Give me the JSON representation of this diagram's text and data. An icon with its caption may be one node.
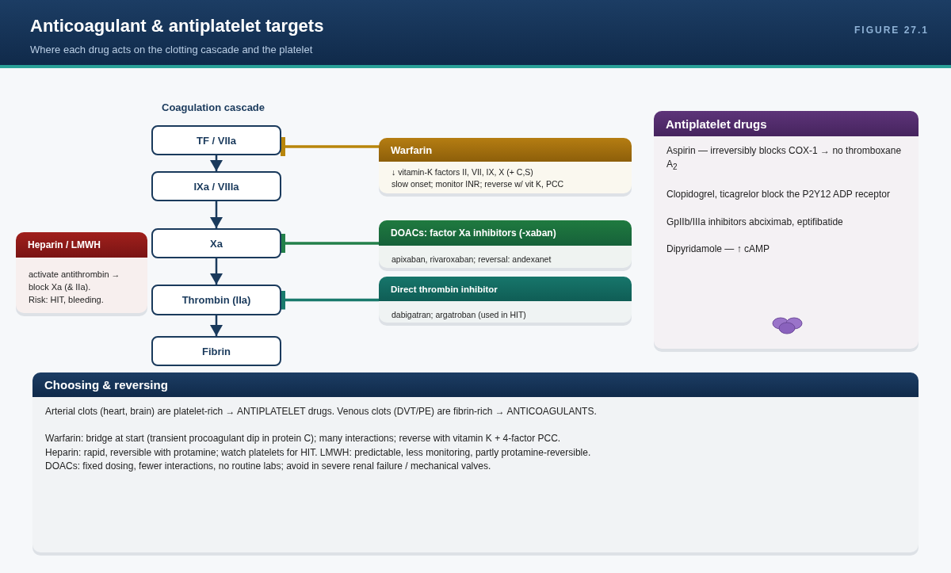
{
  "diagram": {
    "title": "Anticoagulant & antiplatelet targets",
    "caption": "Where each drug acts on the clotting cascade and the platelet",
    "nodes": [
      {
        "text": [
          "TF / VIIa"
        ]
      },
      {
        "text": [
          "IXa / VIIIa"
        ]
      },
      {
        "text": [
          "Xa"
        ]
      },
      {
        "text": [
          "Thrombin (IIa)"
        ]
      },
      {
        "text": [
          "Fibrin"
        ]
      },
      {
        "text": [
          "Heparin / LMWH",
          "activate antithrombin → block Xa (& IIa).",
          "Risk: HIT, bleeding."
        ]
      },
      {
        "text": [
          "Warfarin",
          "↓ vitamin-K factors II, VII, IX, X (+ C,S)",
          "slow onset; monitor INR; reverse w/ vit K, PCC"
        ]
      },
      {
        "text": [
          "DOACs: factor Xa inhibitors (-xaban)",
          "apixaban, rivaroxaban; reversal: andexanet"
        ]
      },
      {
        "text": [
          "Direct thrombin inhibitor",
          "dabigatran; argatroban (used in HIT)"
        ]
      },
      {
        "text": [
          "Antiplatelet drugs",
          "Aspirin — irreversibly blocks COX-1 → no thromboxane A$_{2}$",
          "Clopidogrel, ticagrelor block the P2Y12 ADP receptor",
          "GpIIb/IIIa inhibitors abciximab, eptifibatide",
          "Dipyridamole — ↑ cAMP"
        ]
      },
      {
        "text": [
          "Choosing & reversing",
          "Arterial clots (heart, brain) are platelet-rich → ANTIPLATELET drugs. Venous clots (DVT/PE) are fibrin-rich → ANTICOAGULANTS.",
          "Warfarin: bridge at start (transient procoagulant dip in protein C); many interactions; reverse with vitamin K + 4-factor PCC.",
          "Heparin: rapid, reversible with protamine; watch platelets for HIT. LMWH: predictable, less monitoring, partly protamine-reversible.",
          "DOACs: fixed dosing, fewer interactions, no routine labs; avoid in severe renal failure / mechanical valves."
        ]
      }
    ],
    "edges": [
      {
        "from": 0,
        "to": 1,
        "arrow": "to"
      },
      {
        "from": 1,
        "to": 2,
        "arrow": "to"
      },
      {
        "from": 2,
        "to": 3,
        "arrow": "to"
      },
      {
        "from": 3,
        "to": 4,
        "arrow": "to"
      },
      {
        "from": 6,
        "to": 0,
        "arrow": "other",
        "color": "#b8860b"
      },
      {
        "from": 7,
        "to": 2,
        "arrow": "other",
        "color": "#23804a"
      },
      {
        "from": 8,
        "to": 3,
        "arrow": "other",
        "color": "#197a6c"
      }
    ],
    "labels": [
      "FIGURE 27.1",
      "Coagulation cascade"
    ]
  }
}
